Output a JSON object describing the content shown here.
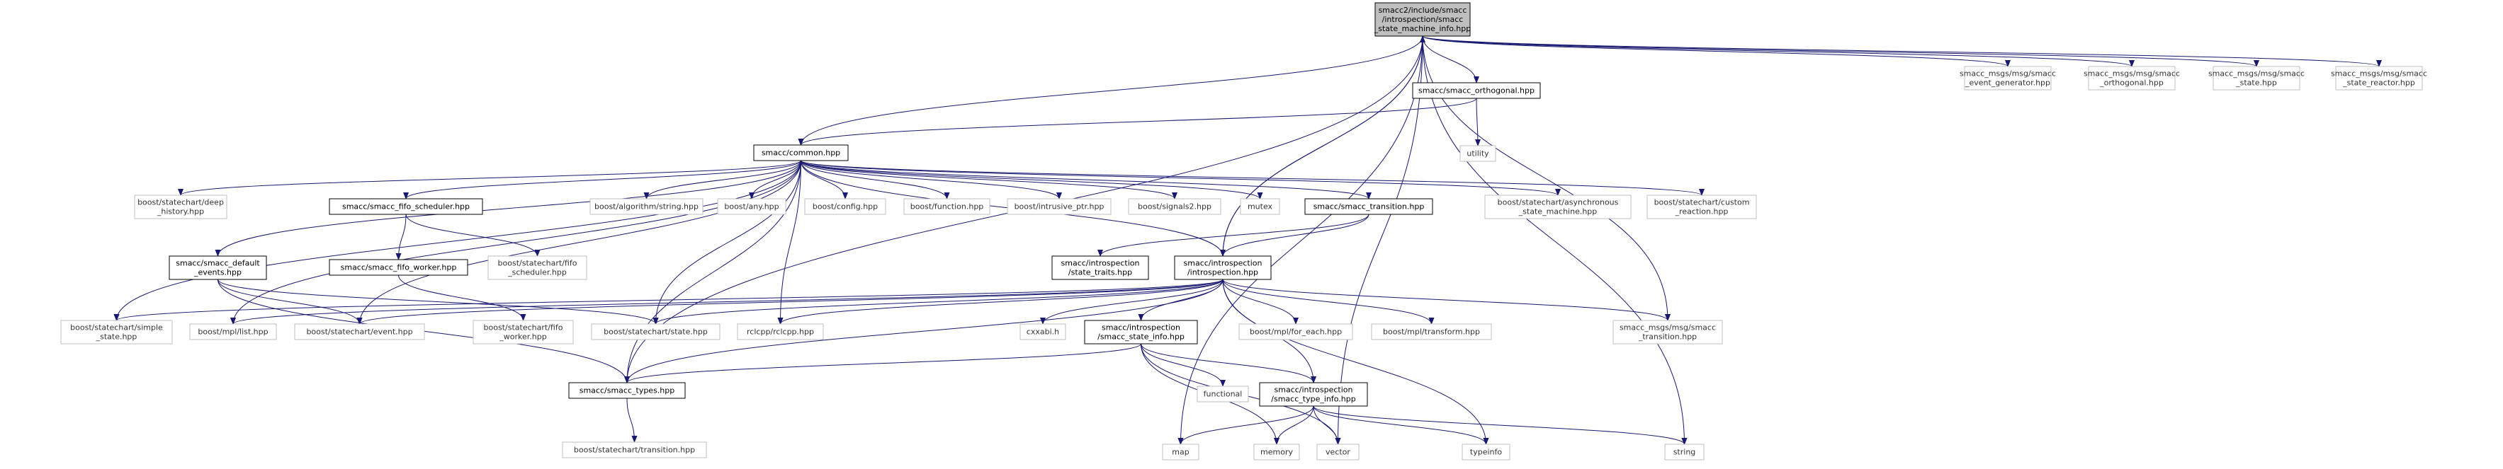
{
  "colors": {
    "edge": "#191970",
    "node_focus_fill": "#bfbfbf",
    "node_focus_stroke": "#000000",
    "node_local_fill": "#ffffff",
    "node_local_stroke": "#000000",
    "node_ext_fill": "#ffffff",
    "node_ext_stroke": "#bfbfbf"
  },
  "nodes": [
    {
      "id": "info",
      "kind": "focus",
      "lines": [
        "smacc2/include/smacc",
        "/introspection/smacc",
        "_state_machine_info.hpp"
      ]
    },
    {
      "id": "ev_gen",
      "kind": "ext",
      "lines": [
        "smacc_msgs/msg/smacc",
        "_event_generator.hpp"
      ]
    },
    {
      "id": "orth_msg",
      "kind": "ext",
      "lines": [
        "smacc_msgs/msg/smacc",
        "_orthogonal.hpp"
      ]
    },
    {
      "id": "state_msg",
      "kind": "ext",
      "lines": [
        "smacc_msgs/msg/smacc",
        "_state.hpp"
      ]
    },
    {
      "id": "reactor_msg",
      "kind": "ext",
      "lines": [
        "smacc_msgs/msg/smacc",
        "_state_reactor.hpp"
      ]
    },
    {
      "id": "orthogonal",
      "kind": "local",
      "lines": [
        "smacc/smacc_orthogonal.hpp"
      ]
    },
    {
      "id": "utility",
      "kind": "ext",
      "lines": [
        "utility"
      ]
    },
    {
      "id": "common",
      "kind": "local",
      "lines": [
        "smacc/common.hpp"
      ]
    },
    {
      "id": "deep_hist",
      "kind": "ext",
      "lines": [
        "boost/statechart/deep",
        "_history.hpp"
      ]
    },
    {
      "id": "fifo_sched",
      "kind": "local",
      "lines": [
        "smacc/smacc_fifo_scheduler.hpp"
      ]
    },
    {
      "id": "alg_string",
      "kind": "ext",
      "lines": [
        "boost/algorithm/string.hpp"
      ]
    },
    {
      "id": "any",
      "kind": "ext",
      "lines": [
        "boost/any.hpp"
      ]
    },
    {
      "id": "config",
      "kind": "ext",
      "lines": [
        "boost/config.hpp"
      ]
    },
    {
      "id": "function",
      "kind": "ext",
      "lines": [
        "boost/function.hpp"
      ]
    },
    {
      "id": "intrusive",
      "kind": "ext",
      "lines": [
        "boost/intrusive_ptr.hpp"
      ]
    },
    {
      "id": "signals2",
      "kind": "ext",
      "lines": [
        "boost/signals2.hpp"
      ]
    },
    {
      "id": "mutex",
      "kind": "ext",
      "lines": [
        "mutex"
      ]
    },
    {
      "id": "transition",
      "kind": "local",
      "lines": [
        "smacc/smacc_transition.hpp"
      ]
    },
    {
      "id": "async_sm",
      "kind": "ext",
      "lines": [
        "boost/statechart/asynchronous",
        "_state_machine.hpp"
      ]
    },
    {
      "id": "custom_react",
      "kind": "ext",
      "lines": [
        "boost/statechart/custom",
        "_reaction.hpp"
      ]
    },
    {
      "id": "default_ev",
      "kind": "local",
      "lines": [
        "smacc/smacc_default",
        "_events.hpp"
      ]
    },
    {
      "id": "fifo_worker",
      "kind": "local",
      "lines": [
        "smacc/smacc_fifo_worker.hpp"
      ]
    },
    {
      "id": "sc_fifo_sched",
      "kind": "ext",
      "lines": [
        "boost/statechart/fifo",
        "_scheduler.hpp"
      ]
    },
    {
      "id": "state_traits",
      "kind": "local",
      "lines": [
        "smacc/introspection",
        "/state_traits.hpp"
      ]
    },
    {
      "id": "introspection",
      "kind": "local",
      "lines": [
        "smacc/introspection",
        "/introspection.hpp"
      ]
    },
    {
      "id": "simple_state",
      "kind": "ext",
      "lines": [
        "boost/statechart/simple",
        "_state.hpp"
      ]
    },
    {
      "id": "mpl_list",
      "kind": "ext",
      "lines": [
        "boost/mpl/list.hpp"
      ]
    },
    {
      "id": "sc_event",
      "kind": "ext",
      "lines": [
        "boost/statechart/event.hpp"
      ]
    },
    {
      "id": "sc_fifo_worker",
      "kind": "ext",
      "lines": [
        "boost/statechart/fifo",
        "_worker.hpp"
      ]
    },
    {
      "id": "sc_state",
      "kind": "ext",
      "lines": [
        "boost/statechart/state.hpp"
      ]
    },
    {
      "id": "rclcpp",
      "kind": "ext",
      "lines": [
        "rclcpp/rclcpp.hpp"
      ]
    },
    {
      "id": "cxxabi",
      "kind": "ext",
      "lines": [
        "cxxabi.h"
      ]
    },
    {
      "id": "state_info",
      "kind": "local",
      "lines": [
        "smacc/introspection",
        "/smacc_state_info.hpp"
      ]
    },
    {
      "id": "for_each",
      "kind": "ext",
      "lines": [
        "boost/mpl/for_each.hpp"
      ]
    },
    {
      "id": "mpl_transform",
      "kind": "ext",
      "lines": [
        "boost/mpl/transform.hpp"
      ]
    },
    {
      "id": "trans_msg",
      "kind": "ext",
      "lines": [
        "smacc_msgs/msg/smacc",
        "_transition.hpp"
      ]
    },
    {
      "id": "functional",
      "kind": "ext",
      "lines": [
        "functional"
      ]
    },
    {
      "id": "types",
      "kind": "local",
      "lines": [
        "smacc/smacc_types.hpp"
      ]
    },
    {
      "id": "type_info",
      "kind": "local",
      "lines": [
        "smacc/introspection",
        "/smacc_type_info.hpp"
      ]
    },
    {
      "id": "sc_transition",
      "kind": "ext",
      "lines": [
        "boost/statechart/transition.hpp"
      ]
    },
    {
      "id": "map",
      "kind": "ext",
      "lines": [
        "map"
      ]
    },
    {
      "id": "memory",
      "kind": "ext",
      "lines": [
        "memory"
      ]
    },
    {
      "id": "vector",
      "kind": "ext",
      "lines": [
        "vector"
      ]
    },
    {
      "id": "typeinfo",
      "kind": "ext",
      "lines": [
        "typeinfo"
      ]
    },
    {
      "id": "string",
      "kind": "ext",
      "lines": [
        "string"
      ]
    }
  ],
  "edges": [
    [
      "info",
      "ev_gen"
    ],
    [
      "info",
      "orth_msg"
    ],
    [
      "info",
      "state_msg"
    ],
    [
      "info",
      "reactor_msg"
    ],
    [
      "info",
      "orthogonal"
    ],
    [
      "info",
      "common"
    ],
    [
      "info",
      "introspection"
    ],
    [
      "info",
      "types"
    ],
    [
      "info",
      "map"
    ],
    [
      "info",
      "vector"
    ],
    [
      "info",
      "string"
    ],
    [
      "info",
      "trans_msg"
    ],
    [
      "orthogonal",
      "common"
    ],
    [
      "orthogonal",
      "utility"
    ],
    [
      "common",
      "deep_hist"
    ],
    [
      "common",
      "fifo_sched"
    ],
    [
      "common",
      "alg_string"
    ],
    [
      "common",
      "any"
    ],
    [
      "common",
      "config"
    ],
    [
      "common",
      "function"
    ],
    [
      "common",
      "intrusive"
    ],
    [
      "common",
      "signals2"
    ],
    [
      "common",
      "mutex"
    ],
    [
      "common",
      "transition"
    ],
    [
      "common",
      "async_sm"
    ],
    [
      "common",
      "custom_react"
    ],
    [
      "common",
      "default_ev"
    ],
    [
      "common",
      "introspection"
    ],
    [
      "common",
      "simple_state"
    ],
    [
      "common",
      "mpl_list"
    ],
    [
      "common",
      "sc_event"
    ],
    [
      "common",
      "sc_state"
    ],
    [
      "common",
      "rclcpp"
    ],
    [
      "common",
      "types"
    ],
    [
      "fifo_sched",
      "fifo_worker"
    ],
    [
      "fifo_sched",
      "sc_fifo_sched"
    ],
    [
      "fifo_worker",
      "sc_fifo_worker"
    ],
    [
      "transition",
      "state_traits"
    ],
    [
      "transition",
      "introspection"
    ],
    [
      "default_ev",
      "sc_event"
    ],
    [
      "default_ev",
      "sc_state"
    ],
    [
      "default_ev",
      "types"
    ],
    [
      "introspection",
      "info"
    ],
    [
      "introspection",
      "simple_state"
    ],
    [
      "introspection",
      "mpl_list"
    ],
    [
      "introspection",
      "sc_event"
    ],
    [
      "introspection",
      "sc_state"
    ],
    [
      "introspection",
      "rclcpp"
    ],
    [
      "introspection",
      "cxxabi"
    ],
    [
      "introspection",
      "state_info"
    ],
    [
      "introspection",
      "for_each"
    ],
    [
      "introspection",
      "mpl_transform"
    ],
    [
      "introspection",
      "trans_msg"
    ],
    [
      "introspection",
      "type_info"
    ],
    [
      "introspection",
      "types"
    ],
    [
      "introspection",
      "typeinfo"
    ],
    [
      "state_info",
      "functional"
    ],
    [
      "state_info",
      "types"
    ],
    [
      "state_info",
      "type_info"
    ],
    [
      "state_info",
      "memory"
    ],
    [
      "state_info",
      "vector"
    ],
    [
      "types",
      "sc_transition"
    ],
    [
      "type_info",
      "map"
    ],
    [
      "type_info",
      "memory"
    ],
    [
      "type_info",
      "vector"
    ],
    [
      "type_info",
      "typeinfo"
    ],
    [
      "type_info",
      "string"
    ]
  ]
}
